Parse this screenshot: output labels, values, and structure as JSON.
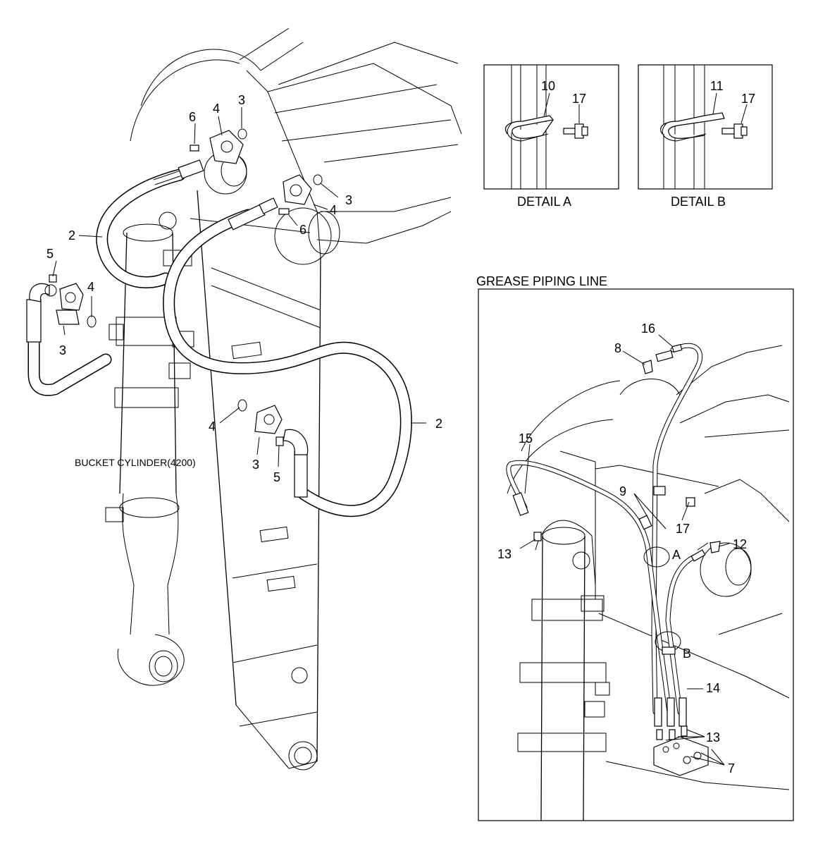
{
  "main": {
    "bucket_cylinder_label": "BUCKET CYLINDER(4200)",
    "callouts": [
      {
        "id": "c2a",
        "text": "2"
      },
      {
        "id": "c2b",
        "text": "2"
      },
      {
        "id": "c3a",
        "text": "3"
      },
      {
        "id": "c3b",
        "text": "3"
      },
      {
        "id": "c3c",
        "text": "3"
      },
      {
        "id": "c3d",
        "text": "3"
      },
      {
        "id": "c4a",
        "text": "4"
      },
      {
        "id": "c4b",
        "text": "4"
      },
      {
        "id": "c4c",
        "text": "4"
      },
      {
        "id": "c4d",
        "text": "4"
      },
      {
        "id": "c5a",
        "text": "5"
      },
      {
        "id": "c5b",
        "text": "5"
      },
      {
        "id": "c6a",
        "text": "6"
      },
      {
        "id": "c6b",
        "text": "6"
      }
    ]
  },
  "detail_a": {
    "caption": "DETAIL A",
    "callout_clamp": "10",
    "callout_bolt": "17"
  },
  "detail_b": {
    "caption": "DETAIL B",
    "callout_clamp": "11",
    "callout_bolt": "17"
  },
  "grease": {
    "title": "GREASE PIPING LINE",
    "callouts": [
      {
        "id": "g7",
        "text": "7"
      },
      {
        "id": "g8",
        "text": "8"
      },
      {
        "id": "g9",
        "text": "9"
      },
      {
        "id": "g12",
        "text": "12"
      },
      {
        "id": "g13a",
        "text": "13"
      },
      {
        "id": "g13b",
        "text": "13"
      },
      {
        "id": "g14",
        "text": "14"
      },
      {
        "id": "g15",
        "text": "15"
      },
      {
        "id": "g16",
        "text": "16"
      },
      {
        "id": "g17",
        "text": "17"
      },
      {
        "id": "gA",
        "text": "A"
      },
      {
        "id": "gB",
        "text": "B"
      }
    ]
  }
}
